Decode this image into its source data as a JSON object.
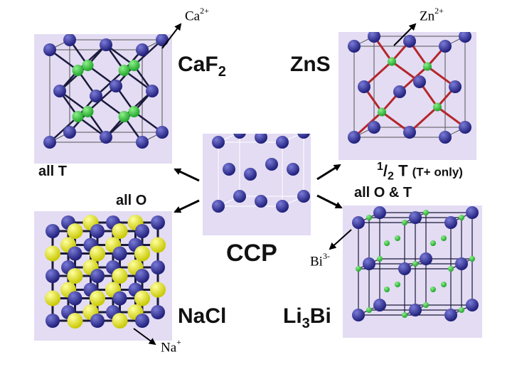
{
  "ions": {
    "ca": {
      "base": "Ca",
      "charge": "2+"
    },
    "zn": {
      "base": "Zn",
      "charge": "2+"
    },
    "bi": {
      "base": "Bi",
      "charge": "3-"
    },
    "na": {
      "base": "Na",
      "charge": "+"
    }
  },
  "structures": {
    "caf2": {
      "name_a": "CaF",
      "name_sub": "2",
      "site_label": "all T"
    },
    "zns": {
      "name": "ZnS",
      "site_num": "1",
      "site_den": "2",
      "site_t": "T",
      "site_note": "(T+ only)"
    },
    "nacl": {
      "name": "NaCl",
      "site_label": "all O"
    },
    "li3bi": {
      "name_a": "Li",
      "name_sub": "3",
      "name_b": "Bi",
      "site_label": "all O & T"
    },
    "ccp": {
      "name": "CCP"
    }
  },
  "colors": {
    "panel": "#e3dcf3",
    "sphere_dark": "#1f1f7a",
    "sphere_green": "#1fa52a",
    "sphere_yellow": "#f0f01c",
    "bond_red": "#b5272b"
  }
}
